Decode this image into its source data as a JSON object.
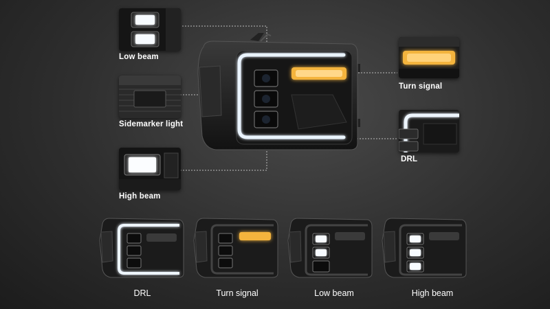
{
  "callouts": {
    "low_beam": "Low beam",
    "sidemarker": "Sidemarker light",
    "high_beam": "High beam",
    "turn_signal": "Turn signal",
    "drl": "DRL"
  },
  "bottom_row": [
    {
      "label": "DRL"
    },
    {
      "label": "Turn signal"
    },
    {
      "label": "Low beam"
    },
    {
      "label": "High beam"
    }
  ],
  "colors": {
    "background": "#2e2e2e",
    "drl_white": "#eef6ff",
    "turn_amber": "#f5b640",
    "leader_line": "#bfbfbf"
  }
}
